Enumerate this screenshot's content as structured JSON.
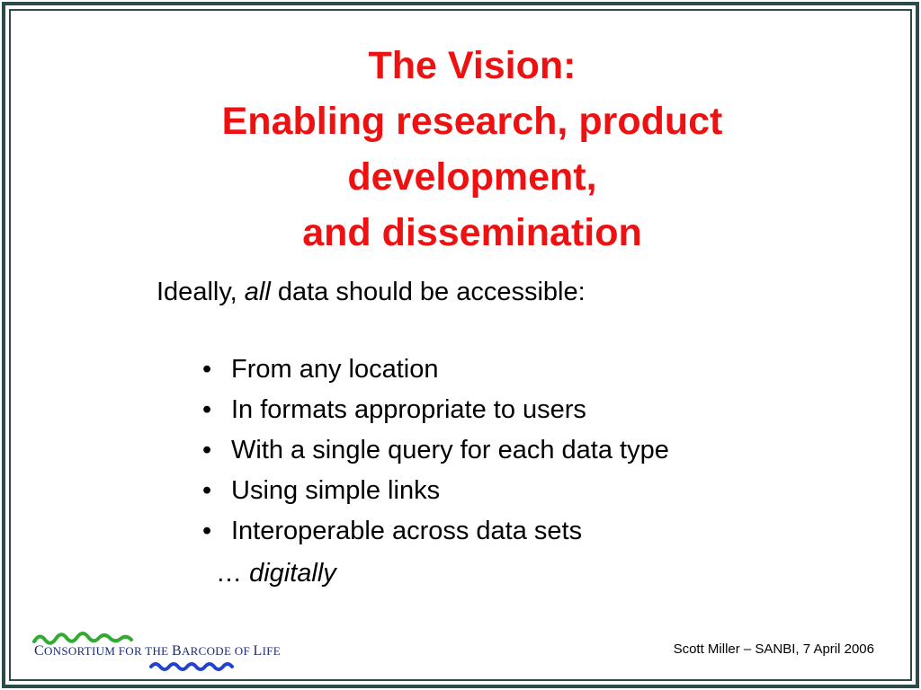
{
  "slide": {
    "title_lines": [
      "The Vision:",
      "Enabling research, product",
      "development,",
      "and dissemination"
    ],
    "intro": {
      "before": "Ideally, ",
      "emphasis": "all",
      "after": " data should be accessible:"
    },
    "bullet_char": "•",
    "bullets": [
      "From any location",
      "In formats appropriate to users",
      "With a single query for each data type",
      "Using simple links",
      "Interoperable across data sets"
    ],
    "tail": {
      "ellipsis": "… ",
      "emphasis": "digitally"
    },
    "logo": {
      "text_parts": [
        "C",
        "ONSORTIUM FOR THE ",
        "B",
        "ARCODE OF ",
        "L",
        "IFE"
      ],
      "colors": {
        "text": "#1a2a7a",
        "top_wave": "#33aa33",
        "bottom_wave": "#2244cc"
      }
    },
    "footer": "Scott Miller – SANBI, 7 April 2006",
    "colors": {
      "title": "#ee1111",
      "frame": "#2c4a4a"
    }
  }
}
